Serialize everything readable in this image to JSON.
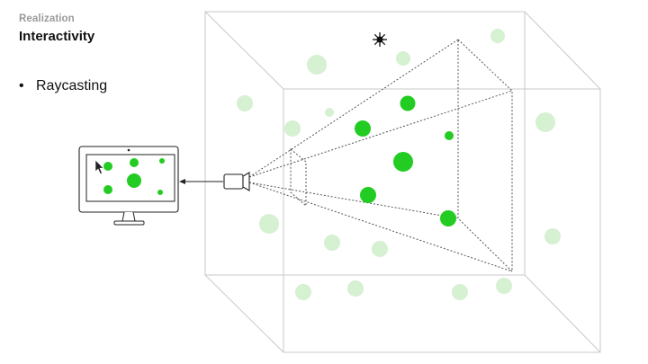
{
  "slide": {
    "kicker": "Realization",
    "title": "Interactivity",
    "bullets": [
      {
        "marker": "•",
        "text": "Raycasting"
      }
    ]
  },
  "colors": {
    "sphere_near": "#22cc22",
    "sphere_far": "#d6f0d2",
    "box_line": "#c9c9c9",
    "frustum_line": "#555555",
    "outline": "#222222"
  },
  "icons": [
    "sun-icon",
    "camera-icon",
    "monitor-icon",
    "mouse-cursor-icon",
    "arrow-icon"
  ]
}
